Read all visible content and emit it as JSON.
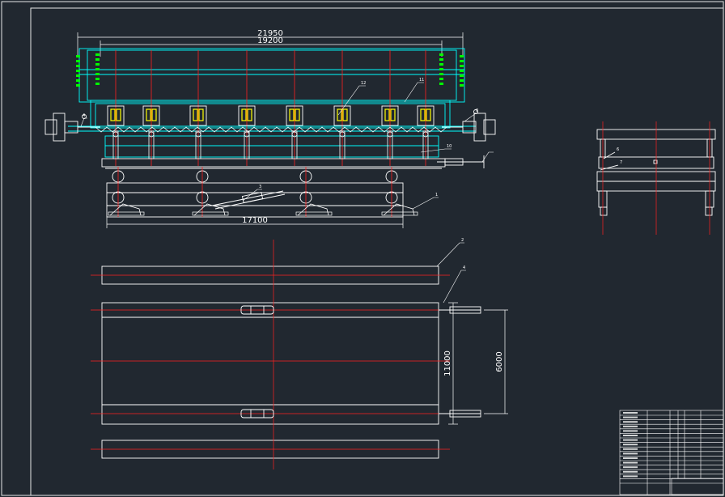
{
  "drawing": {
    "dimensions": {
      "overall_width": "21950",
      "inner_width": "19200",
      "base_length": "17100",
      "plan_width": "11000",
      "rail_spacing": "6000"
    },
    "leader_labels": {
      "elevation_top_a": "12",
      "elevation_top_b": "11",
      "elevation_right_upper": "8",
      "elevation_right_lower": "10",
      "elevation_left": "4",
      "elevation_bottom_right": "1",
      "elevation_bottom_mid": "3",
      "side_view_upper": "6",
      "side_view_lower": "7",
      "plan_upper": "2",
      "plan_lower": "4"
    },
    "colors": {
      "background": "#212830",
      "outline": "#ffffff",
      "frame": "#00ffff",
      "centerline": "#ff2020",
      "highlight": "#ffff00",
      "indicator": "#00ff00"
    }
  }
}
